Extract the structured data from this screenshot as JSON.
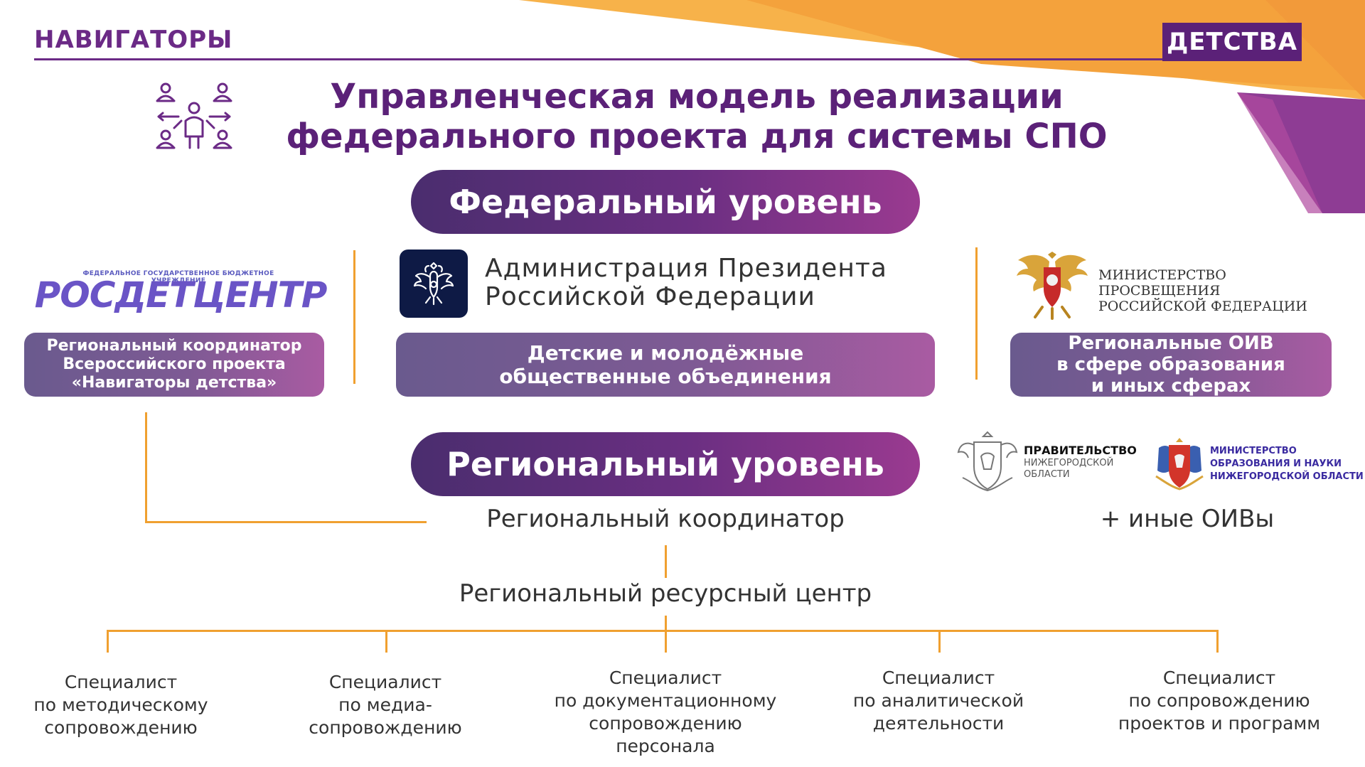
{
  "header": {
    "brand_left": "НАВИГАТОРЫ",
    "brand_right": "ДЕТСТВА"
  },
  "title": {
    "line1": "Управленческая модель реализации",
    "line2": "федерального проекта для системы СПО"
  },
  "federal": {
    "label": "Федеральный уровень",
    "left": {
      "logo_caption": "ФЕДЕРАЛЬНОЕ ГОСУДАРСТВЕННОЕ БЮДЖЕТНОЕ УЧРЕЖДЕНИЕ",
      "logo_name": "РОСДЕТЦЕНТР",
      "card_line1": "Региональный координатор",
      "card_line2": "Всероссийского проекта",
      "card_line3": "«Навигаторы детства»"
    },
    "middle": {
      "org_line1": "Администрация Президента",
      "org_line2": "Российской Федерации",
      "card_line1": "Детские и молодёжные",
      "card_line2": "общественные объединения"
    },
    "right": {
      "org_line1": "МИНИСТЕРСТВО ПРОСВЕЩЕНИЯ",
      "org_line2": "РОССИЙСКОЙ ФЕДЕРАЦИИ",
      "card_line1": "Региональные ОИВ",
      "card_line2": "в сфере образования",
      "card_line3": "и иных сферах"
    }
  },
  "regional": {
    "label": "Региональный уровень",
    "gov_line1": "ПРАВИТЕЛЬСТВО",
    "gov_line2": "НИЖЕГОРОДСКОЙ",
    "gov_line3": "ОБЛАСТИ",
    "min_line1": "МИНИСТЕРСТВО",
    "min_line2": "ОБРАЗОВАНИЯ И НАУКИ",
    "min_line3": "НИЖЕГОРОДСКОЙ ОБЛАСТИ",
    "coordinator": "Региональный координатор",
    "other_ouvs": "+ иные ОИВы",
    "resource_center": "Региональный ресурсный центр"
  },
  "specialists": [
    {
      "line1": "Специалист",
      "line2": "по методическому",
      "line3": "сопровождению",
      "line4": ""
    },
    {
      "line1": "Специалист",
      "line2": "по медиа-",
      "line3": "сопровождению",
      "line4": ""
    },
    {
      "line1": "Специалист",
      "line2": "по документационному",
      "line3": "сопровождению",
      "line4": "персонала"
    },
    {
      "line1": "Специалист",
      "line2": "по аналитической",
      "line3": "деятельности",
      "line4": ""
    },
    {
      "line1": "Специалист",
      "line2": "по сопровождению",
      "line3": "проектов и программ",
      "line4": ""
    }
  ],
  "colors": {
    "brand_purple": "#5b2178",
    "connector_orange": "#f0a030",
    "accent_orange": "#f4a23c",
    "accent_magenta": "#9a3a90"
  }
}
